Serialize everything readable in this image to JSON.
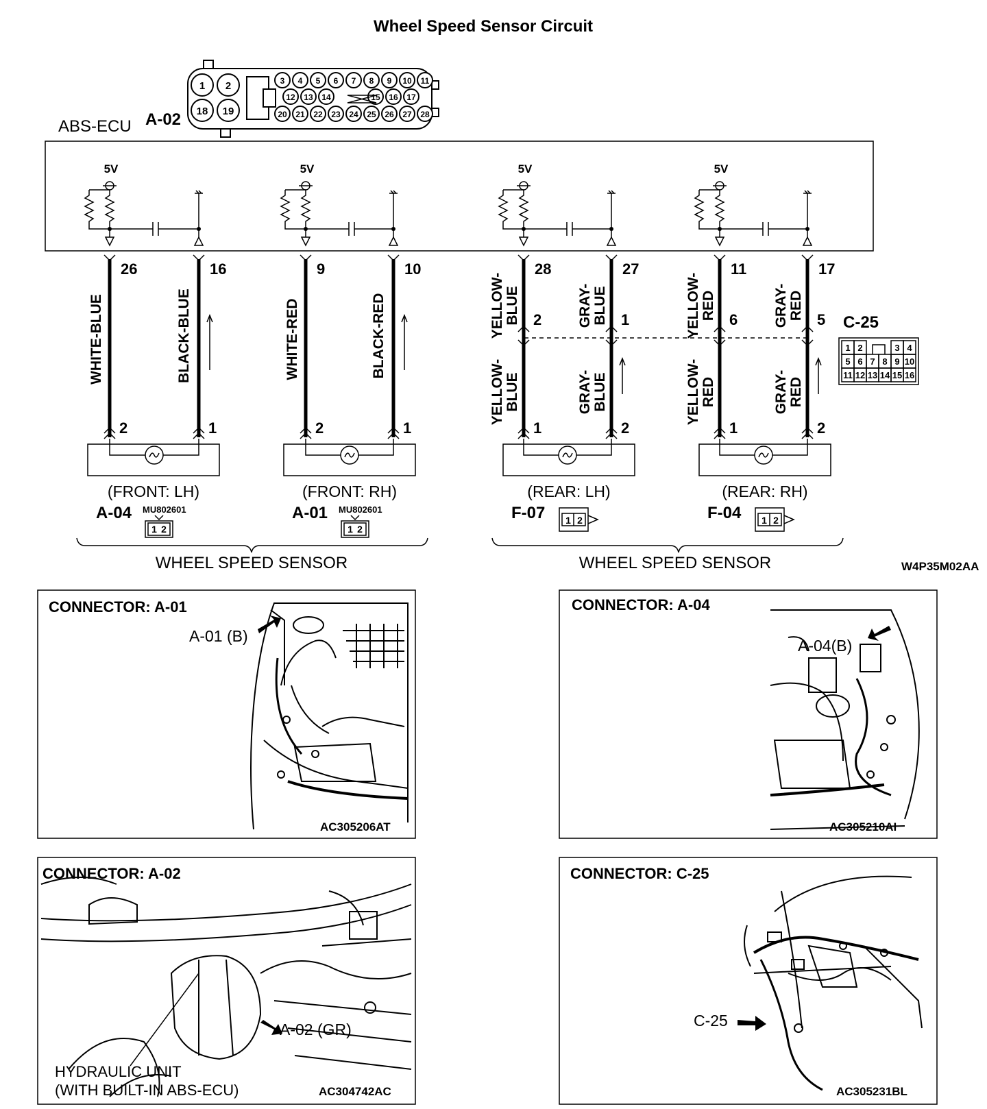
{
  "title": "Wheel Speed Sensor Circuit",
  "ecu": {
    "name": "ABS-ECU",
    "connector": "A-02",
    "pins_large": [
      "1",
      "2",
      "18",
      "19"
    ],
    "pins_row1": [
      "3",
      "4",
      "5",
      "6",
      "7",
      "8",
      "9",
      "10",
      "11"
    ],
    "pins_row2a": [
      "12",
      "13",
      "14"
    ],
    "pins_row2b": [
      "15",
      "16",
      "17"
    ],
    "pins_row3": [
      "20",
      "21",
      "22",
      "23",
      "24",
      "25",
      "26",
      "27",
      "28"
    ],
    "voltage": "5V"
  },
  "circuits": [
    {
      "id": "front-lh",
      "pin_a": "26",
      "pin_b": "16",
      "wire_a": "WHITE-BLUE",
      "wire_b": "BLACK-BLUE",
      "sensor_pin_a": "2",
      "sensor_pin_b": "1",
      "label": "(FRONT: LH)",
      "connector": "A-04",
      "part": "MU802601"
    },
    {
      "id": "front-rh",
      "pin_a": "9",
      "pin_b": "10",
      "wire_a": "WHITE-RED",
      "wire_b": "BLACK-RED",
      "sensor_pin_a": "2",
      "sensor_pin_b": "1",
      "label": "(FRONT: RH)",
      "connector": "A-01",
      "part": "MU802601"
    },
    {
      "id": "rear-lh",
      "pin_a": "28",
      "pin_b": "27",
      "wire_a_top": "YELLOW-\nBLUE",
      "wire_b_top": "GRAY-\nBLUE",
      "mid_a": "2",
      "mid_b": "1",
      "wire_a_bot": "YELLOW-\nBLUE",
      "wire_b_bot": "GRAY-\nBLUE",
      "sensor_pin_a": "1",
      "sensor_pin_b": "2",
      "label": "(REAR: LH)",
      "connector": "F-07"
    },
    {
      "id": "rear-rh",
      "pin_a": "11",
      "pin_b": "17",
      "wire_a_top": "YELLOW-\nRED",
      "wire_b_top": "GRAY-\nRED",
      "mid_a": "6",
      "mid_b": "5",
      "wire_a_bot": "YELLOW-\nRED",
      "wire_b_bot": "GRAY-\nRED",
      "sensor_pin_a": "1",
      "sensor_pin_b": "2",
      "label": "(REAR: RH)",
      "connector": "F-04"
    }
  ],
  "sensor_pin_labels": [
    "1",
    "2"
  ],
  "c25": {
    "label": "C-25",
    "row1": [
      "1",
      "2",
      "3",
      "4"
    ],
    "row2": [
      "5",
      "6",
      "7",
      "8",
      "9",
      "10"
    ],
    "row3": [
      "11",
      "12",
      "13",
      "14",
      "15",
      "16"
    ]
  },
  "group_label_left": "WHEEL SPEED SENSOR",
  "group_label_right": "WHEEL SPEED SENSOR",
  "figure_code": "W4P35M02AA",
  "panels": [
    {
      "id": "a01",
      "title": "CONNECTOR: A-01",
      "callout": "A-01 (B)",
      "code": "AC305206AT"
    },
    {
      "id": "a04",
      "title": "CONNECTOR: A-04",
      "callout": "A-04(B)",
      "code": "AC305210AI"
    },
    {
      "id": "a02",
      "title": "CONNECTOR: A-02",
      "callout": "A-02 (GR)",
      "note_1": "HYDRAULIC UNIT",
      "note_2": "(WITH BUILT-IN ABS-ECU)",
      "code": "AC304742AC"
    },
    {
      "id": "c25",
      "title": "CONNECTOR: C-25",
      "callout": "C-25",
      "code": "AC305231BL"
    }
  ]
}
